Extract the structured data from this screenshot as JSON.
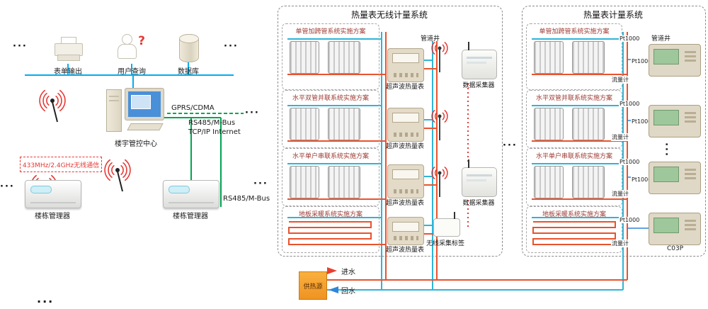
{
  "misc": {
    "ellipsis": "···",
    "question_mark": "?"
  },
  "left": {
    "icon_labels": [
      "表单输出",
      "用户查询",
      "数据库"
    ],
    "center_label": "楼宇管控中心",
    "gprs": "GPRS/CDMA",
    "rs485_top": "RS485/M-Bus",
    "tcpip": "TCP/IP Internet",
    "wireless_band": "433MHz/2.4GHz无线通信",
    "manager_label_left": "楼栋管理器",
    "manager_label_right": "楼栋管理器",
    "rs485_bottom": "RS485/M-Bus"
  },
  "wireless_sys": {
    "title": "热量表无线计量系统",
    "schemes": [
      "单管加跨管系统实施方案",
      "水平双管并联系统实施方案",
      "水平单户串联系统实施方案",
      "地板采暖系统实施方案"
    ],
    "meters": [
      "超声波热量表",
      "超声波热量表",
      "超声波热量表",
      "超声波热量表"
    ],
    "shaft": "管道井",
    "collectors": [
      "数据采集器",
      "数据采集器"
    ],
    "tag": "无线采集标签"
  },
  "wired_sys": {
    "title": "热量表计量系统",
    "schemes": [
      "单管加跨管系统实施方案",
      "水平双管并联系统实施方案",
      "水平单户串联系统实施方案",
      "地板采暖系统实施方案"
    ],
    "shaft": "管道井",
    "pt1000": "Pt1000",
    "flowmeter": "流量计",
    "device": "C03P"
  },
  "bottom": {
    "source": "供热源",
    "inlet": "进水",
    "outlet": "回水"
  },
  "colors": {
    "pipe_supply": "#e8532f",
    "pipe_return": "#2fb4d8",
    "wireless_red": "#e53935",
    "link_green": "#00a551",
    "bus_cyan": "#00aeef",
    "source_orange": "#f5a033"
  }
}
